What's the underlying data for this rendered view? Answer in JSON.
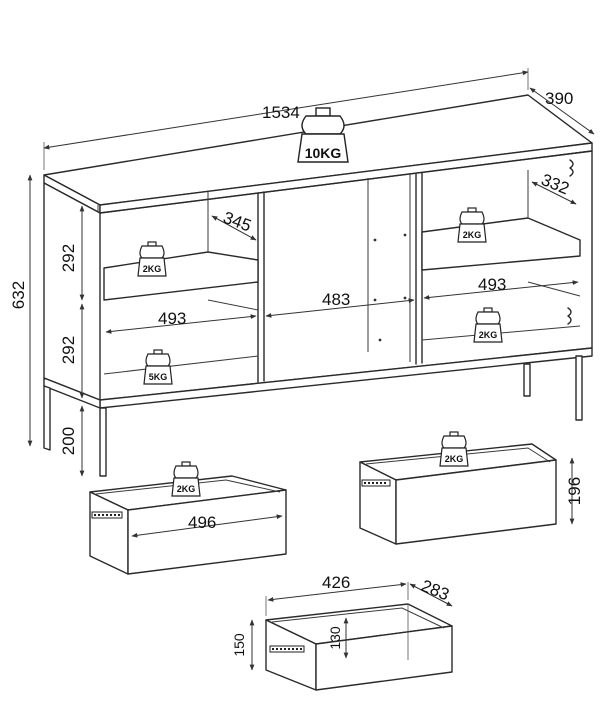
{
  "dimensions": {
    "width": "1534",
    "depth": "390",
    "height": "632",
    "shelf_upper": "292",
    "shelf_lower": "292",
    "legs": "200",
    "inner_depth_left": "345",
    "inner_depth_right": "332",
    "left_width": "493",
    "center_width": "483",
    "right_width": "493",
    "drawer_left_width": "496",
    "drawer_right_height": "196",
    "small_drawer_width": "426",
    "small_drawer_depth": "283",
    "small_drawer_height_outer": "150",
    "small_drawer_height_inner": "130"
  },
  "weights": {
    "top": "10KG",
    "shelf_left": "2KG",
    "bottom_left": "5KG",
    "shelf_right": "2KG",
    "bottom_right": "2KG",
    "drawer_left": "2KG",
    "drawer_right": "2KG"
  }
}
